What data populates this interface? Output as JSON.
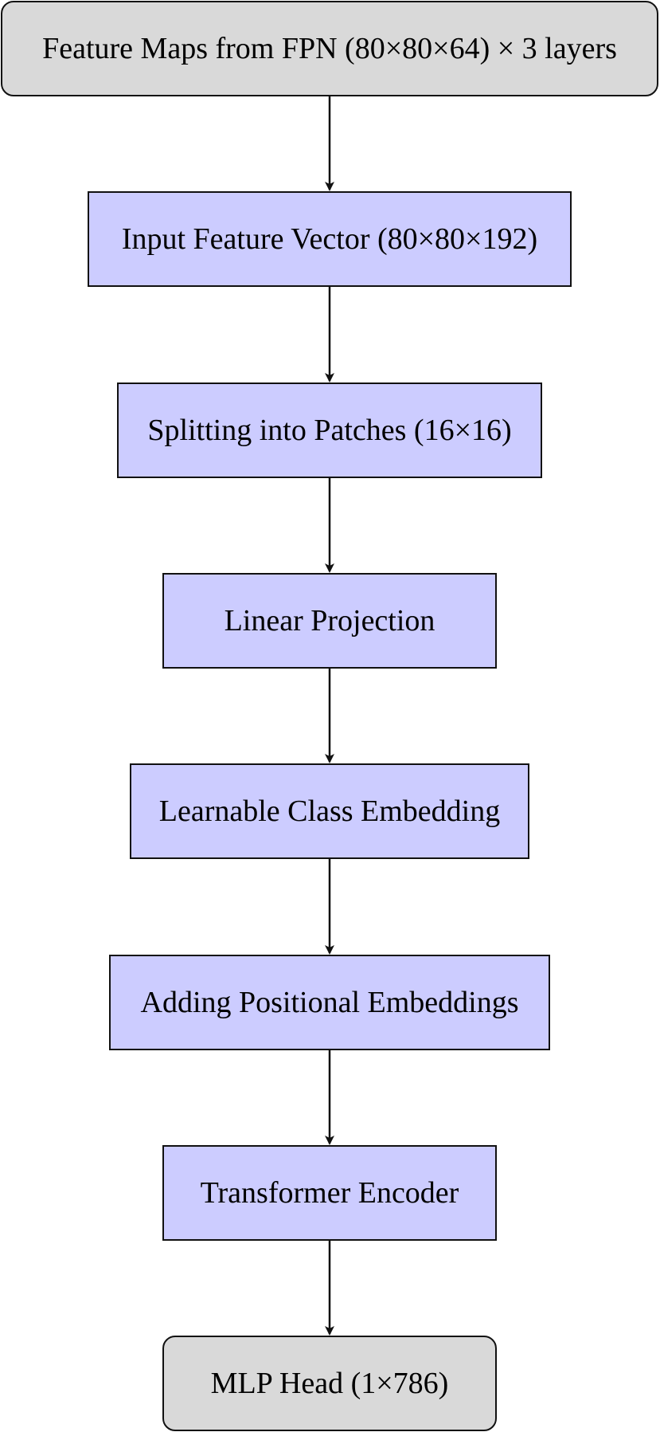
{
  "nodes": [
    {
      "label": "Feature Maps from FPN (80×80×64) × 3 layers"
    },
    {
      "label": "Input Feature Vector (80×80×192)"
    },
    {
      "label": "Splitting into Patches (16×16)"
    },
    {
      "label": "Linear Projection"
    },
    {
      "label": "Learnable Class Embedding"
    },
    {
      "label": "Adding Positional Embeddings"
    },
    {
      "label": "Transformer Encoder"
    },
    {
      "label": "MLP Head (1×786)"
    }
  ],
  "colors": {
    "terminal_fill": "#d9d9d9",
    "process_fill": "#ccccff",
    "stroke": "#111111"
  }
}
